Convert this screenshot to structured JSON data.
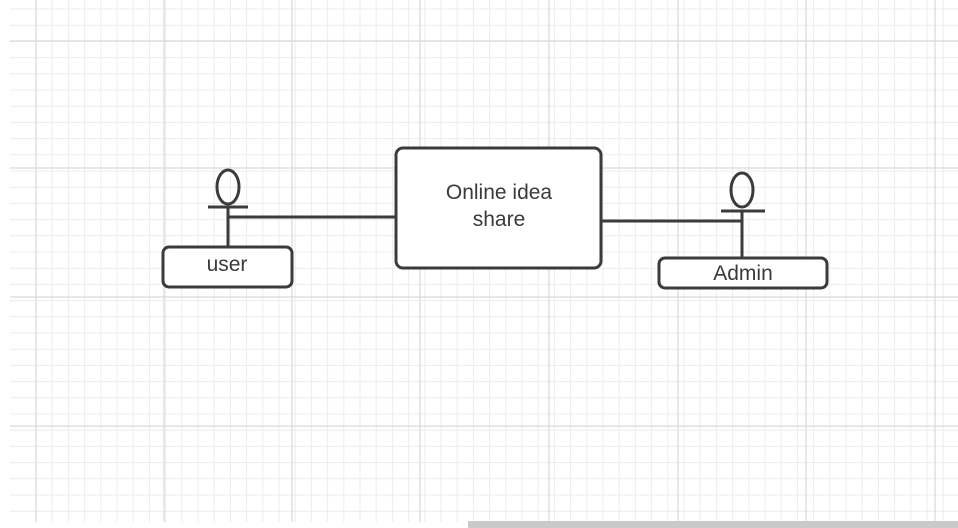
{
  "diagram": {
    "system": {
      "line1": "Online idea",
      "line2": "share"
    },
    "actors": [
      {
        "label": "user"
      },
      {
        "label": "Admin"
      }
    ]
  },
  "colors": {
    "stroke": "#3b3b3b",
    "grid_minor": "#ececec",
    "grid_major": "#d9d9d9",
    "background": "#ffffff"
  }
}
